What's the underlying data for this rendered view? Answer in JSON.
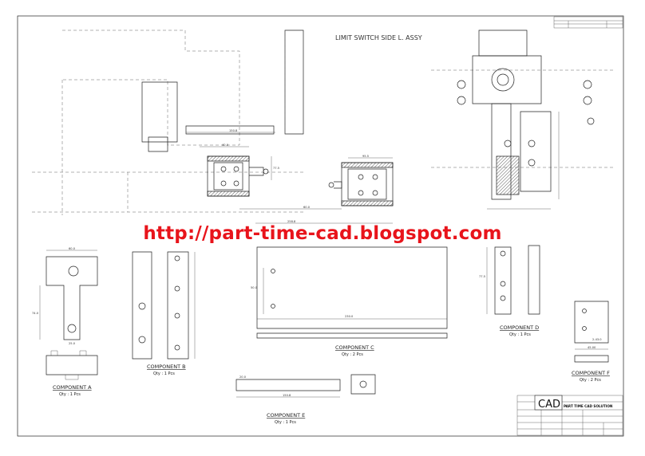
{
  "drawing": {
    "title": "LIMIT SWITCH SIDE L. ASSY",
    "watermark": "http://part-time-cad.blogspot.com",
    "components": [
      {
        "name": "COMPONENT A",
        "qty": "Qty : 1 Pcs"
      },
      {
        "name": "COMPONENT B",
        "qty": "Qty : 1 Pcs"
      },
      {
        "name": "COMPONENT C",
        "qty": "Qty : 2 Pcs"
      },
      {
        "name": "COMPONENT D",
        "qty": "Qty : 1 Pcs"
      },
      {
        "name": "COMPONENT E",
        "qty": "Qty : 1 Pcs"
      },
      {
        "name": "COMPONENT F",
        "qty": "Qty : 2 Pcs"
      }
    ],
    "title_block": {
      "logo": "CAD",
      "company": "PART TIME CAD SOLUTION"
    },
    "dims": {
      "assy_a": "150.8",
      "assy_b": "60.0",
      "assy_c": "258.8",
      "assy_d": "77.5",
      "assy_e": "40.0",
      "assy_f": "95.5",
      "a_top": "60.0",
      "a_height": "74.0",
      "a_base": "25.0",
      "c_len": "230.0",
      "c_h": "50.0",
      "d_h": "77.5",
      "e_len": "150.8",
      "e_w": "20.0",
      "f_w": "45.00",
      "f_h": "2-43.0"
    }
  }
}
